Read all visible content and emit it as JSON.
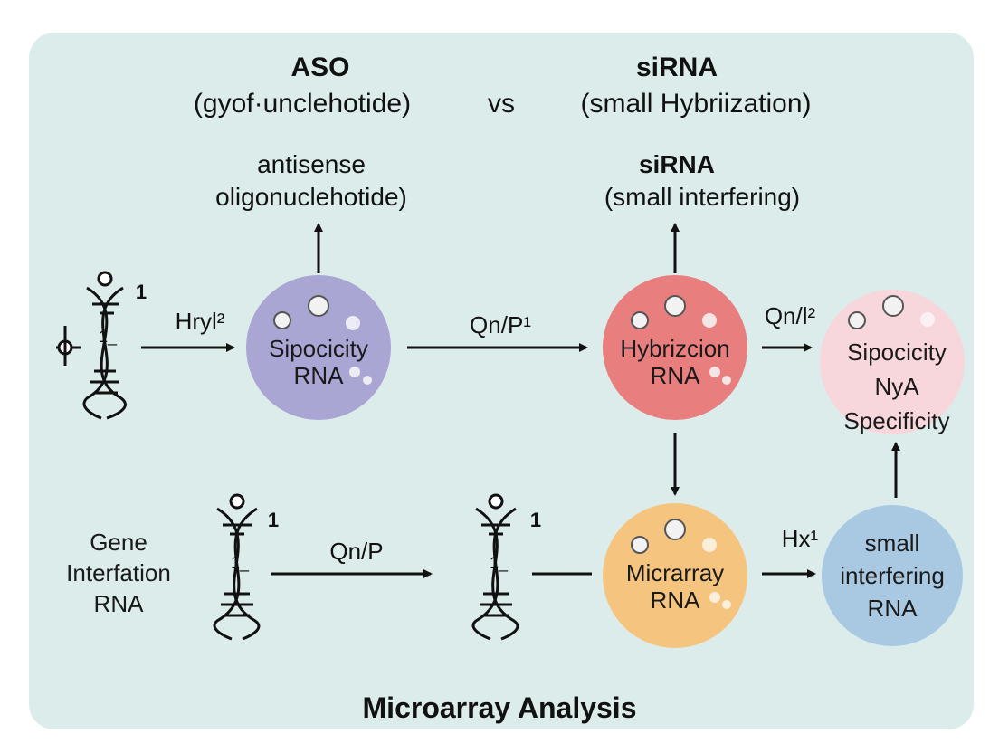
{
  "header": {
    "aso_title": "ASO",
    "aso_subtitle": "(gyof·unclehotide)",
    "vs": "vs",
    "sirna_title": "siRNA",
    "sirna_subtitle": "(small Hybriization)"
  },
  "annotations": {
    "antisense_line1": "antisense",
    "antisense_line2": "oligonuclehotide)",
    "sirna_title2": "siRNA",
    "sirna_subtitle2": "(small interfering)"
  },
  "edge_labels": {
    "hryl": "Hryl²",
    "qnp1": "Qn/P¹",
    "qnl2": "Qn/l²",
    "qnp": "Qn/P",
    "hx1": "Hx¹"
  },
  "dna_labels": {
    "top_left_sup": "1",
    "top_left_inner": "1_",
    "bottom_left_sup": "1",
    "bottom_left_inner": "1_",
    "bottom_mid_sup": "1",
    "bottom_mid_inner": "1_"
  },
  "gene_label": {
    "line1": "Gene",
    "line2": "Interfation",
    "line3": "RNA"
  },
  "nodes": {
    "sipocicity": {
      "line1": "Sipocicity",
      "line2": "RNA",
      "color": "#a9a6d4"
    },
    "hybrizcion": {
      "line1": "Hybrizcion",
      "line2": "RNA",
      "color": "#e97e7e"
    },
    "sipocicity_nya": {
      "line1": "Sipocicity",
      "line2": "NyA",
      "line3": "Specificity",
      "color": "#f7d7db"
    },
    "micrarray": {
      "line1": "Micrarray",
      "line2": "RNA",
      "color": "#f5c57f"
    },
    "small_interfering": {
      "line1": "small",
      "line2": "interfering",
      "line3": "RNA",
      "color": "#a9c9e3"
    }
  },
  "footer": {
    "title": "Microarray Analysis"
  }
}
